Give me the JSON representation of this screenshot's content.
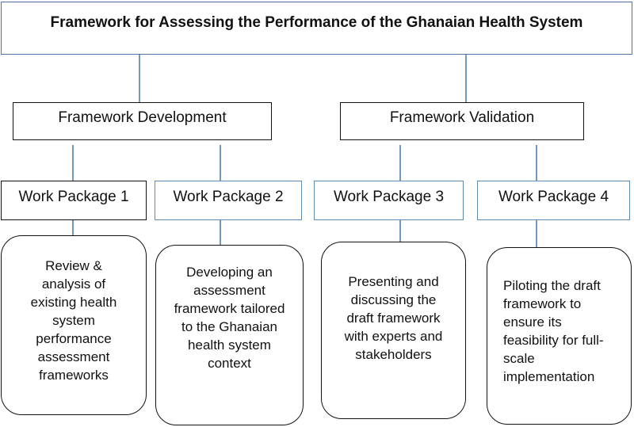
{
  "title": "Framework for Assessing the Performance of the Ghanaian Health System",
  "phases": [
    {
      "label": "Framework Development"
    },
    {
      "label": "Framework Validation"
    }
  ],
  "packages": [
    {
      "label": "Work Package 1",
      "description": "Review & analysis of existing health system performance assessment frameworks"
    },
    {
      "label": "Work Package 2",
      "description": "Developing an assessment framework tailored to the Ghanaian health system context"
    },
    {
      "label": "Work Package 3",
      "description": "Presenting and discussing the draft framework with experts and stakeholders"
    },
    {
      "label": "Work Package 4",
      "description": "Piloting the draft framework to ensure its feasibility for full-scale implementation"
    }
  ]
}
